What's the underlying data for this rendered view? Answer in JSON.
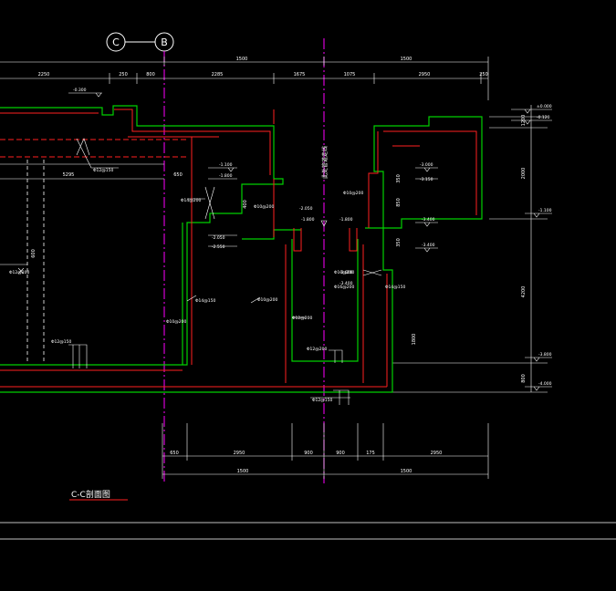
{
  "drawing": {
    "title": "C-C剖面图",
    "axis_bubbles": [
      "C",
      "B"
    ],
    "vertical_note": "此处管道走线",
    "dims_top_total": [
      "1500",
      "1500"
    ],
    "dims_top_detail": [
      "2250",
      "250",
      "800",
      "2285",
      "1675",
      "1075",
      "2950",
      "250"
    ],
    "dims_bottom_detail": [
      "650",
      "2950",
      "900",
      "900",
      "175",
      "2950"
    ],
    "dims_bottom_total": [
      "1500",
      "1500"
    ],
    "dims_right": [
      "1200",
      "2000",
      "4200",
      "800"
    ],
    "dims_misc": [
      "5295",
      "650",
      "600",
      "400",
      "1800",
      "350",
      "850",
      "350"
    ],
    "levels": [
      {
        "label": "-0.300"
      },
      {
        "label": "-1.100"
      },
      {
        "label": "-1.800"
      },
      {
        "label": "-1.800"
      },
      {
        "label": "-2.050"
      },
      {
        "label": "-2.550"
      },
      {
        "label": "-3.000"
      },
      {
        "label": "-3.150"
      },
      {
        "label": "-3.400"
      },
      {
        "label": "-3.400"
      },
      {
        "label": "-1.800"
      },
      {
        "label": "-2.050"
      },
      {
        "label": "-3.000"
      },
      {
        "label": "-3.400"
      },
      {
        "label": "±0.000"
      },
      {
        "label": "-0.120"
      },
      {
        "label": "-1.100"
      },
      {
        "label": "-3.800"
      },
      {
        "label": "-4.000"
      }
    ],
    "rebar_labels": [
      "Φ10@200",
      "Φ14@200",
      "Φ12@150",
      "Φ14@150",
      "Φ12@200",
      "Φ16@200"
    ]
  }
}
